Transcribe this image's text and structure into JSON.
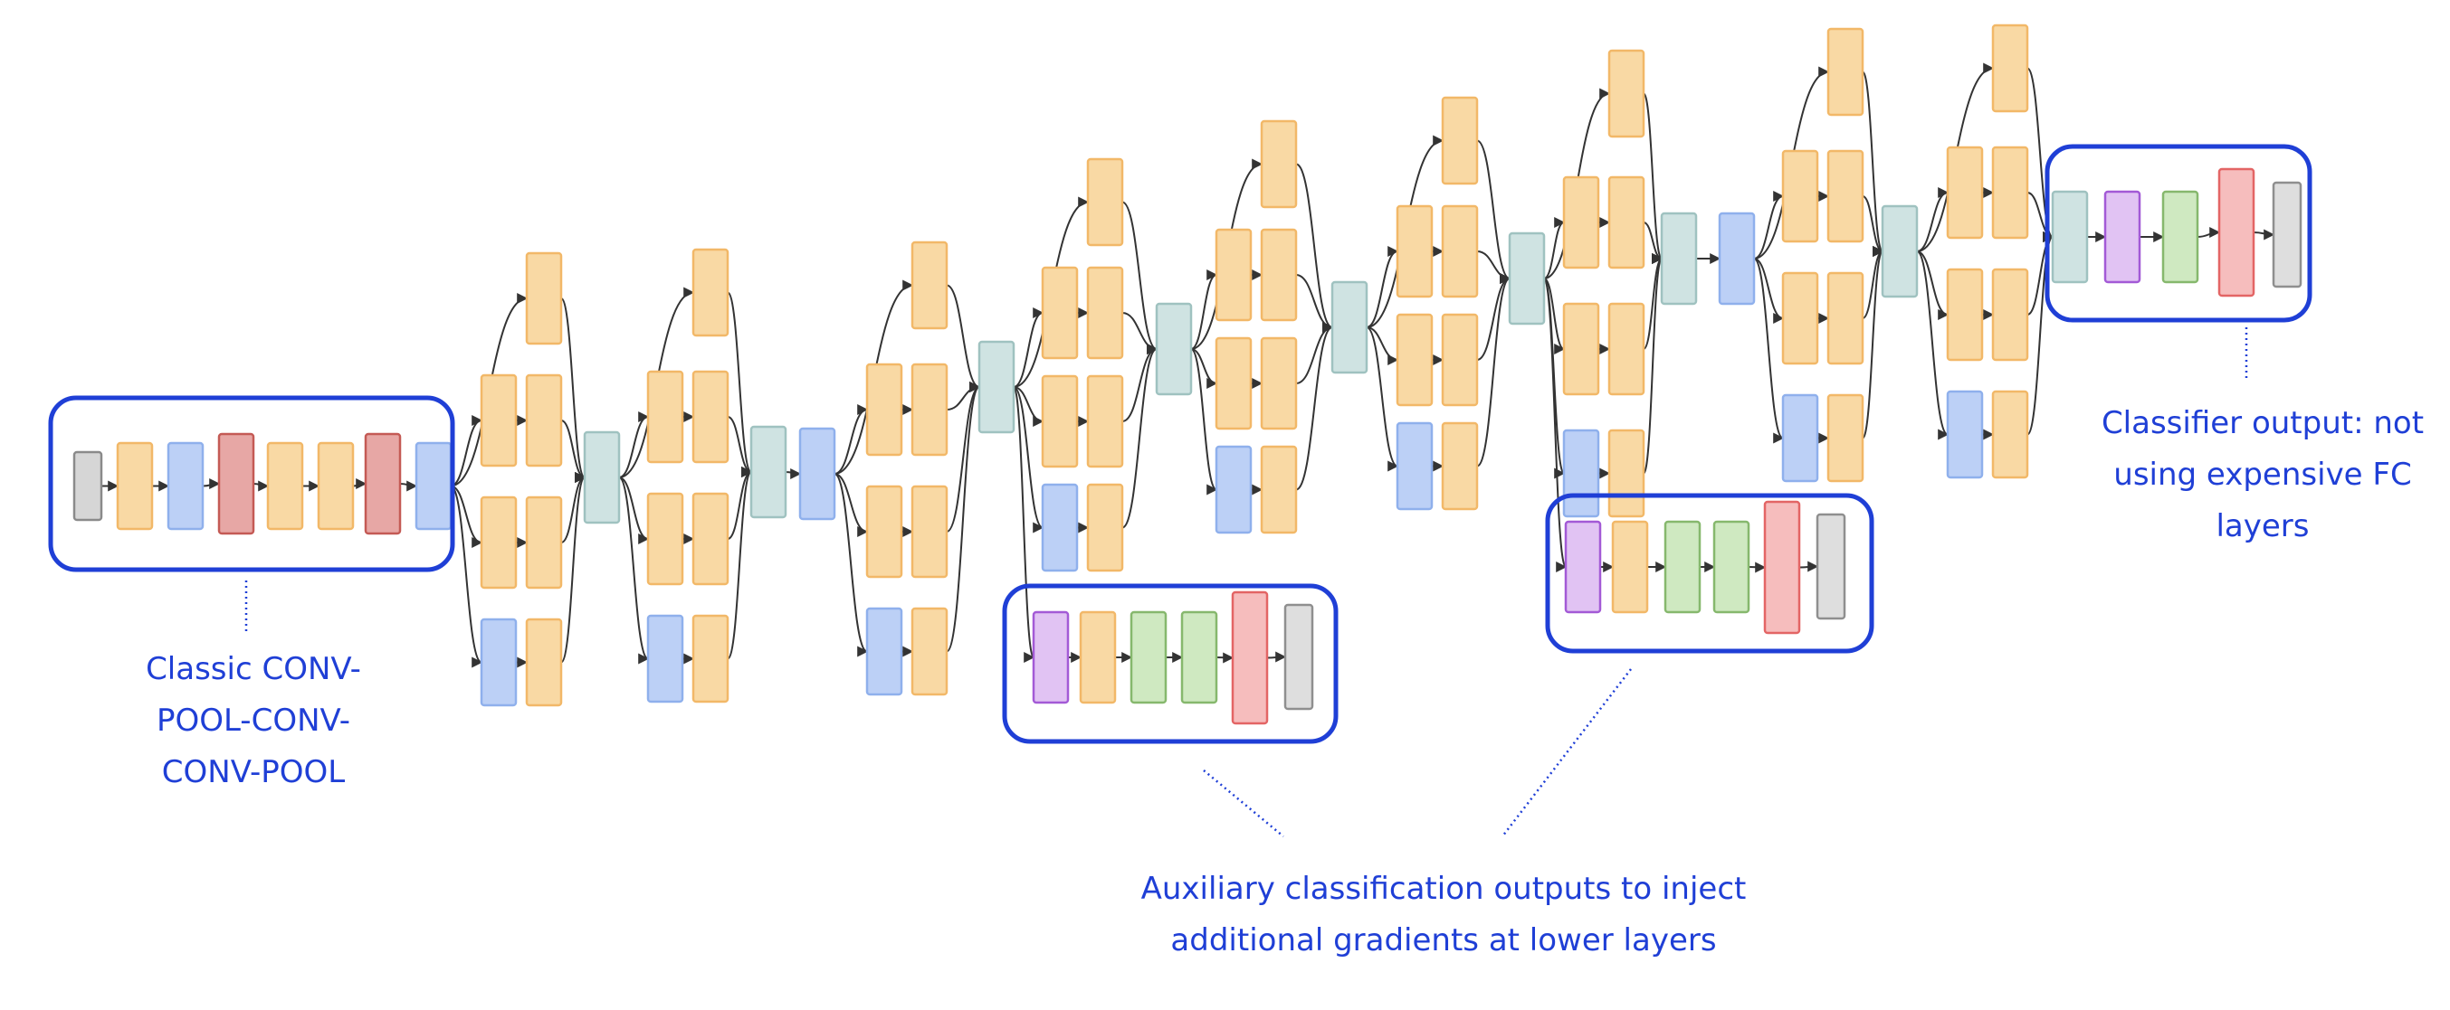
{
  "annotations": {
    "stem": {
      "lines": [
        "Classic CONV-",
        "POOL-CONV-",
        "CONV-POOL"
      ]
    },
    "auxiliary": {
      "lines": [
        "Auxiliary classification outputs  to inject",
        "additional gradients at lower layers"
      ]
    },
    "classifier": {
      "lines": [
        "Classifier output: not",
        "using expensive FC",
        "layers"
      ]
    }
  },
  "colors": {
    "annotation": "#1f3fd6",
    "highlight_box": "#1f3fd6",
    "conv": "#f9d9a4",
    "conv_border": "#f2b868",
    "pool": "#bcd0f6",
    "pool_border": "#8fb0ec",
    "concat": "#cfe3e2",
    "concat_border": "#9fc2c0",
    "norm": "#e7a7a5",
    "norm_border": "#c45a55",
    "input": "#d6d6d6",
    "input_border": "#8a8a8a",
    "avgpool": "#e1c3f3",
    "avgpool_border": "#a35ad6",
    "fc": "#cfe9c1",
    "fc_border": "#86b86d",
    "softmax_act": "#f6bdbd",
    "softmax_act_border": "#e36565",
    "softmax": "#dedede",
    "softmax_border": "#8f8f8f"
  },
  "icons": {
    "edge": "arrow",
    "leader": "dotted-line"
  }
}
